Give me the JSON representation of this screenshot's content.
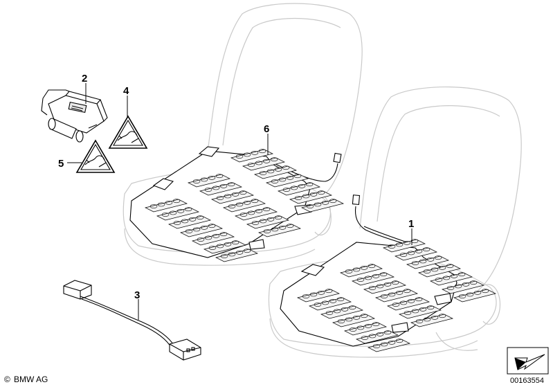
{
  "callouts": [
    {
      "number": "1",
      "item": "seat heating element, front seat"
    },
    {
      "number": "2",
      "item": "control unit"
    },
    {
      "number": "3",
      "item": "cable adapter"
    },
    {
      "number": "4",
      "item": "warning label"
    },
    {
      "number": "5",
      "item": "warning label"
    },
    {
      "number": "6",
      "item": "seat heating element, rear seat"
    }
  ],
  "footer": {
    "copyright_symbol": "©",
    "copyright_text": "BMW AG",
    "figure_number": "00163554"
  },
  "icons": {
    "copyright": "copyright-icon",
    "nav_arrow": "arrow-down-left-icon",
    "warning": "warning-triangle-icon"
  },
  "colors": {
    "line": "#000000",
    "seat_outline": "#c9c9c9",
    "background": "#ffffff"
  }
}
